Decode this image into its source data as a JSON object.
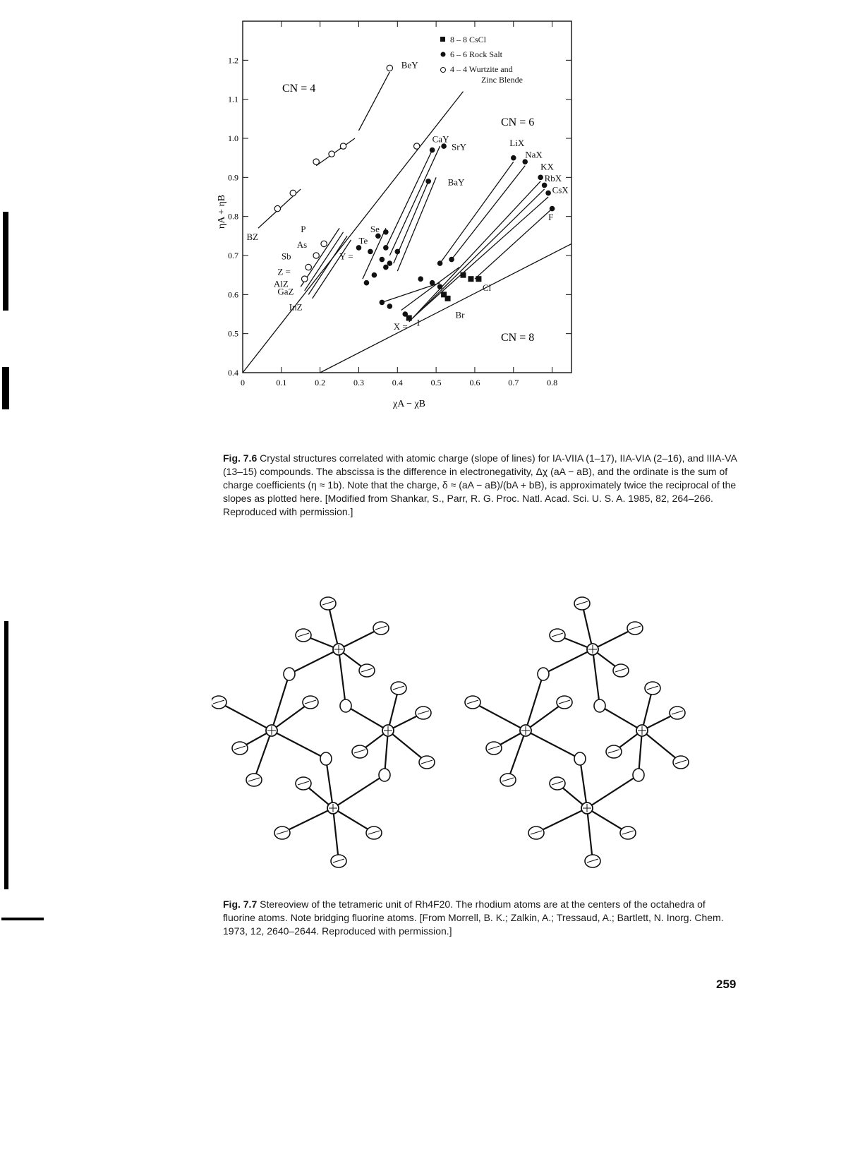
{
  "figure1": {
    "legend": [
      "8 – 8 CsCl",
      "6 – 6 Rock Salt",
      "4 – 4 Wurtzite and",
      "Zinc Blende"
    ],
    "regions": [
      "CN = 4",
      "CN = 6",
      "CN = 8"
    ],
    "caption_label": "Fig. 7.6",
    "caption_text": "Crystal structures correlated with atomic charge (slope of lines) for IA-VIIA (1–17), IIA-VIA (2–16), and IIIA-VA (13–15) compounds. The abscissa is the difference in electronegativity, Δχ (aA − aB), and the ordinate is the sum of charge coefficients (η ≈ 1b). Note that the charge, δ ≈ (aA − aB)/(bA + bB), is approximately twice the reciprocal of the slopes as plotted here. [Modified from Shankar, S., Parr, R. G. Proc. Natl. Acad. Sci. U. S. A. 1985, 82, 264–266. Reproduced with permission.]"
  },
  "chart_data": {
    "type": "scatter",
    "xlabel": "χA − χB",
    "ylabel": "ηA + ηB",
    "xlim": [
      0,
      0.85
    ],
    "ylim": [
      0.4,
      1.3
    ],
    "xticks": [
      "0",
      "0.1",
      "0.2",
      "0.3",
      "0.4",
      "0.5",
      "0.6",
      "0.7",
      "0.8"
    ],
    "yticks": [
      "0.4",
      "0.5",
      "0.6",
      "0.7",
      "0.8",
      "0.9",
      "1.0",
      "1.1",
      "1.2"
    ],
    "series": [
      {
        "name": "8 – 8 CsCl",
        "marker": "square",
        "points": [
          [
            0.43,
            0.54
          ],
          [
            0.52,
            0.6
          ],
          [
            0.53,
            0.59
          ],
          [
            0.57,
            0.65
          ],
          [
            0.59,
            0.64
          ],
          [
            0.61,
            0.64
          ]
        ]
      },
      {
        "name": "6 – 6 Rock Salt",
        "marker": "filled-circle",
        "points": [
          [
            0.3,
            0.72
          ],
          [
            0.33,
            0.71
          ],
          [
            0.35,
            0.75
          ],
          [
            0.37,
            0.72
          ],
          [
            0.37,
            0.76
          ],
          [
            0.36,
            0.69
          ],
          [
            0.38,
            0.68
          ],
          [
            0.4,
            0.71
          ],
          [
            0.32,
            0.63
          ],
          [
            0.34,
            0.65
          ],
          [
            0.37,
            0.67
          ],
          [
            0.36,
            0.58
          ],
          [
            0.38,
            0.57
          ],
          [
            0.46,
            0.64
          ],
          [
            0.49,
            0.63
          ],
          [
            0.51,
            0.68
          ],
          [
            0.54,
            0.69
          ],
          [
            0.42,
            0.55
          ],
          [
            0.51,
            0.62
          ],
          [
            0.49,
            0.97
          ],
          [
            0.52,
            0.98
          ],
          [
            0.48,
            0.89
          ],
          [
            0.7,
            0.95
          ],
          [
            0.73,
            0.94
          ],
          [
            0.77,
            0.9
          ],
          [
            0.78,
            0.88
          ],
          [
            0.79,
            0.86
          ],
          [
            0.8,
            0.82
          ]
        ]
      },
      {
        "name": "4 – 4 Wurtzite and Zinc Blende",
        "marker": "open-circle",
        "points": [
          [
            0.09,
            0.82
          ],
          [
            0.13,
            0.86
          ],
          [
            0.19,
            0.94
          ],
          [
            0.23,
            0.96
          ],
          [
            0.26,
            0.98
          ],
          [
            0.38,
            1.18
          ],
          [
            0.16,
            0.64
          ],
          [
            0.17,
            0.67
          ],
          [
            0.19,
            0.7
          ],
          [
            0.21,
            0.73
          ],
          [
            0.45,
            0.98
          ]
        ]
      }
    ],
    "labels": [
      "BeY",
      "CaY",
      "SrY",
      "BaY",
      "LiX",
      "NaX",
      "KX",
      "RbX",
      "CsX",
      "F",
      "Cl",
      "Br",
      "I",
      "X =",
      "BZ",
      "P",
      "As",
      "Sb",
      "Z =",
      "AlZ",
      "GaZ",
      "InZ",
      "Se",
      "Te",
      "Y ="
    ]
  },
  "figure2": {
    "caption_label": "Fig. 7.7",
    "caption_text": "Stereoview of the tetrameric unit of Rh4F20. The rhodium atoms are at the centers of the octahedra of fluorine atoms. Note bridging fluorine atoms. [From Morrell, B. K.; Zalkin, A.; Tressaud, A.; Bartlett, N. Inorg. Chem. 1973, 12, 2640–2644. Reproduced with permission.]"
  },
  "page_number": "259"
}
